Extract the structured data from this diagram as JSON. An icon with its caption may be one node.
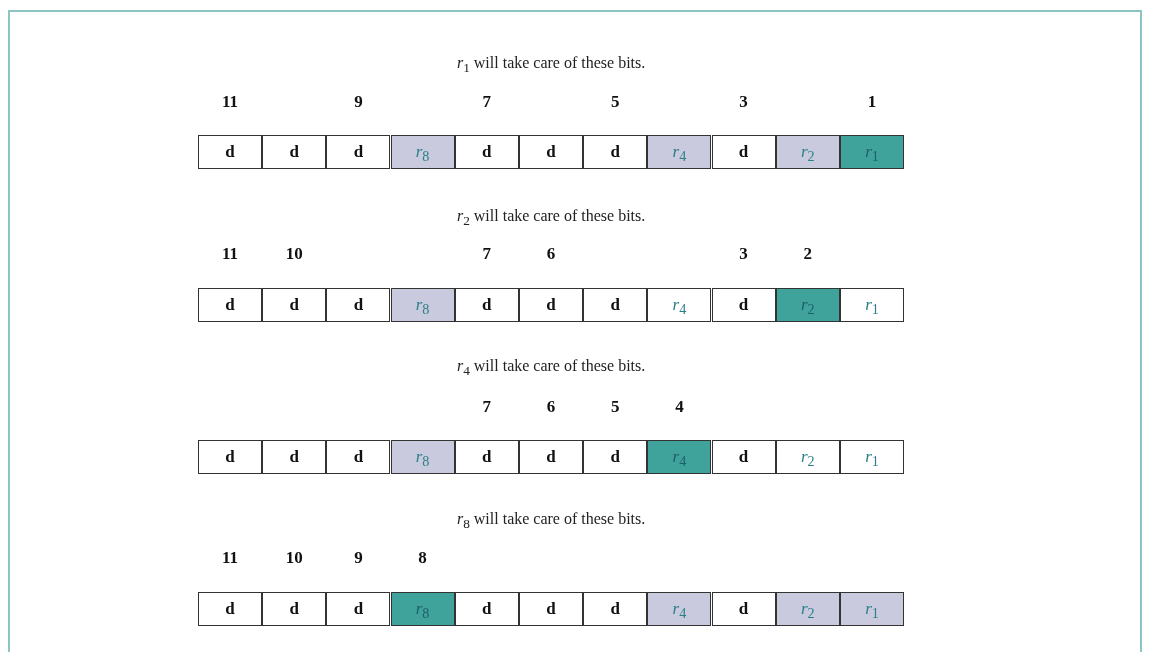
{
  "diagram": {
    "labels": [
      "*r*$_{1}$ will take care of these bits.",
      "11",
      "9",
      "7",
      "5",
      "3",
      "1",
      "d",
      "d",
      "d",
      "*r*$_{8}$",
      "d",
      "d",
      "d",
      "*r*$_{4}$",
      "d",
      "*r*$_{2}$",
      "*r*$_{1}$",
      "*r*$_{2}$ will take care of these bits.",
      "11",
      "10",
      "7",
      "6",
      "3",
      "2",
      "d",
      "d",
      "d",
      "*r*$_{8}$",
      "d",
      "d",
      "d",
      "*r*$_{4}$",
      "d",
      "*r*$_{2}$",
      "*r*$_{1}$",
      "*r*$_{4}$ will take care of these bits.",
      "7",
      "6",
      "5",
      "4",
      "d",
      "d",
      "d",
      "*r*$_{8}$",
      "d",
      "d",
      "d",
      "*r*$_{4}$",
      "d",
      "*r*$_{2}$",
      "*r*$_{1}$",
      "*r*$_{8}$ will take care of these bits.",
      "11",
      "10",
      "9",
      "8",
      "d",
      "d",
      "d",
      "*r*$_{8}$",
      "d",
      "d",
      "d",
      "*r*$_{4}$",
      "d",
      "*r*$_{2}$",
      "*r*$_{1}$"
    ]
  }
}
